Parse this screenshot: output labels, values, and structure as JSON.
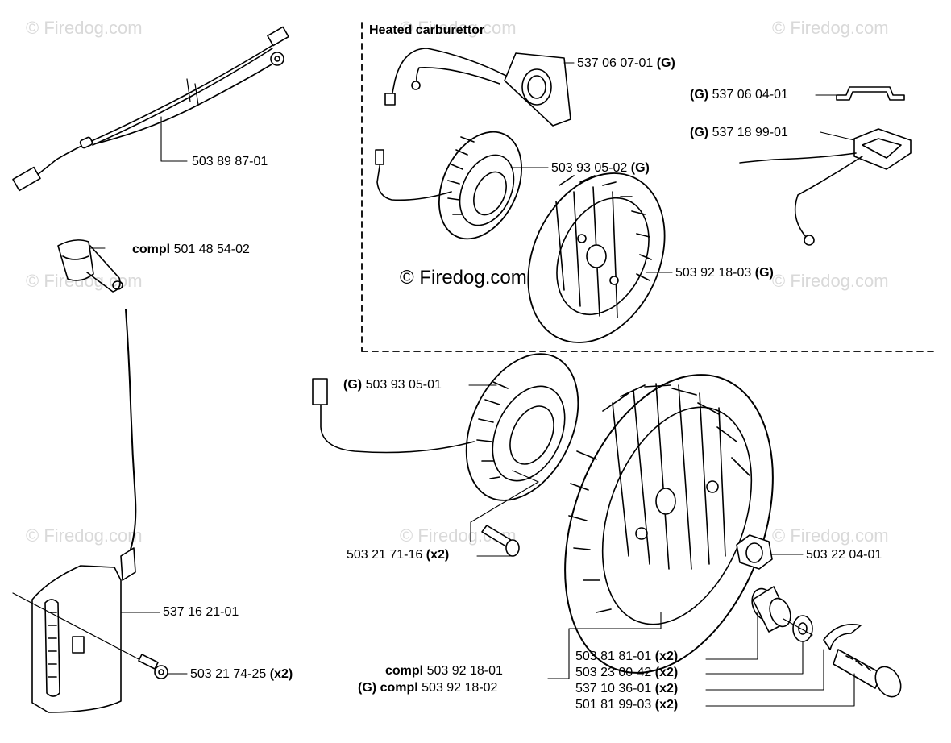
{
  "section_title": "Heated carburettor",
  "watermark": "© Firedog.com",
  "labels": {
    "wire_harness": "503 89 87-01",
    "spark_cap_prefix": "compl",
    "spark_cap": "501 48 54-02",
    "ignition_module": "537 16 21-01",
    "module_screw": "503 21 74-25",
    "heater_plate": "537 06 07-01",
    "clip": "537 06 04-01",
    "thermostat": "537 18 99-01",
    "heated_coil": "503 93 05-02",
    "heated_flywheel": "503 92 18-03",
    "coil_g": "503 93 05-01",
    "coil_screw": "503 21 71-16",
    "flywheel_nut": "503 22 04-01",
    "flywheel_compl_prefix": "compl",
    "flywheel_compl": "503 92 18-01",
    "flywheel_compl_g_prefix": "compl",
    "flywheel_compl_g": "503 92 18-02",
    "stack_1": "503 81 81-01",
    "stack_2": "503 23 00-42",
    "stack_3": "537 10 36-01",
    "stack_4": "501 81 99-03"
  },
  "tags": {
    "g": "(G)",
    "x2": "(x2)"
  }
}
